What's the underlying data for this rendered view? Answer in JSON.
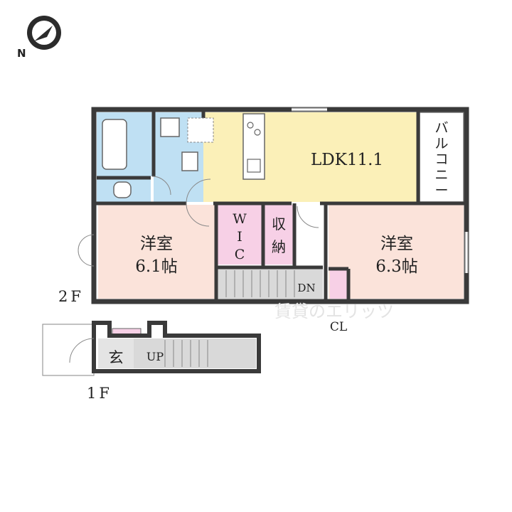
{
  "compass": {
    "north_label": "N"
  },
  "floor2": {
    "label": "2F",
    "rooms": {
      "ldk": {
        "name": "LDK11.1"
      },
      "western_left": {
        "name": "洋室",
        "size": "6.1帖"
      },
      "western_right": {
        "name": "洋室",
        "size": "6.3帖"
      },
      "wic": {
        "name_lines": [
          "W",
          "I",
          "C"
        ]
      },
      "storage": {
        "name_lines": [
          "収",
          "納"
        ]
      },
      "balcony": {
        "name_lines": [
          "バ",
          "ル",
          "コ",
          "ニ",
          "ー"
        ]
      }
    },
    "stairs_label": "DN",
    "closet_label": "CL"
  },
  "floor1": {
    "label": "1F",
    "entrance": "玄",
    "stairs_label": "UP"
  },
  "watermark": "賃貸のエリッツ",
  "colors": {
    "wall": "#3a3a3a",
    "ldk": "#fbf0b8",
    "western": "#fbe3da",
    "wic": "#f7d0e6",
    "bath": "#bfe0f3",
    "stairs": "#d9d9d9",
    "balcony": "#ffffff"
  }
}
